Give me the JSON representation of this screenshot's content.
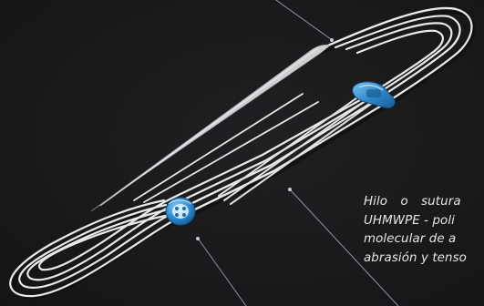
{
  "caption": {
    "lines": [
      "Hilo o sutura",
      "UHMWPE - poli",
      "molecular de a",
      "abrasión y tenso"
    ]
  },
  "colors": {
    "background": "#1a1a1c",
    "thread": "#e9e9ea",
    "thread_shadow": "#9c9ca1",
    "clip": "#2b86c8",
    "clip_light": "#7cc2ee",
    "pointer_line": "#8c959c",
    "caption_text": "#e6e6e6"
  },
  "icons": {
    "needle": "needle-icon",
    "clip_upper": "blue-clip-icon",
    "clip_lower": "blue-button-icon"
  }
}
